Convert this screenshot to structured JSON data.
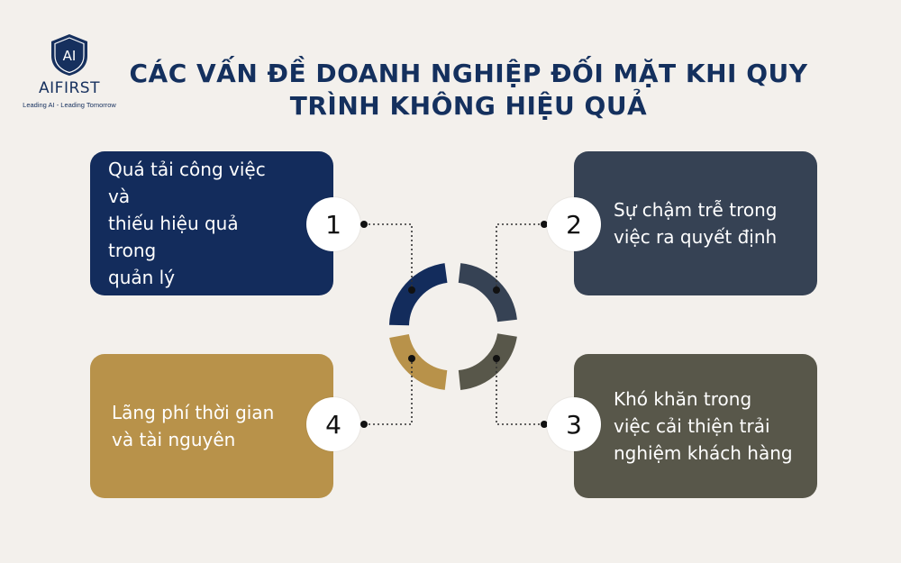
{
  "brand": {
    "name": "AIFIRST",
    "mark": "AI",
    "tagline": "Leading AI - Leading Tomorrow"
  },
  "title": {
    "line1": "CÁC VẤN ĐỀ DOANH NGHIỆP ĐỐI MẶT KHI QUY",
    "line2": "TRÌNH KHÔNG HIỆU QUẢ"
  },
  "items": [
    {
      "number": "1",
      "lines": [
        "Quá tải công việc và",
        "thiếu hiệu quả trong",
        "quản lý"
      ],
      "color": "#132c5c"
    },
    {
      "number": "2",
      "lines": [
        "Sự chậm trễ trong",
        "việc ra quyết định"
      ],
      "color": "#364254"
    },
    {
      "number": "3",
      "lines": [
        "Khó khăn trong",
        "việc cải thiện trải",
        "nghiệm khách hàng"
      ],
      "color": "#58574a"
    },
    {
      "number": "4",
      "lines": [
        "Lãng phí thời gian",
        "và tài nguyên"
      ],
      "color": "#b8924a"
    }
  ],
  "colors": {
    "background": "#f3f0ec",
    "title": "#14305e"
  }
}
